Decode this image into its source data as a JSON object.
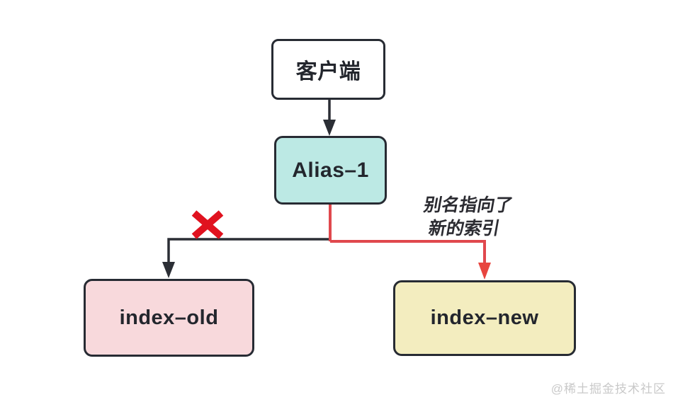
{
  "nodes": {
    "client": {
      "label": "客户端",
      "fill": "#ffffff"
    },
    "alias": {
      "label": "Alias–1",
      "fill": "#bce9e4"
    },
    "index_old": {
      "label": "index–old",
      "fill": "#f8d9dc"
    },
    "index_new": {
      "label": "index–new",
      "fill": "#f3edbf"
    }
  },
  "annotation": {
    "line1": "别名指向了",
    "line2": "新的索引"
  },
  "edges": [
    {
      "from": "客户端",
      "to": "Alias–1",
      "style": "black-arrow"
    },
    {
      "from": "Alias–1",
      "to": "index–old",
      "style": "black-arrow",
      "status": "crossed-out"
    },
    {
      "from": "Alias–1",
      "to": "index–new",
      "style": "red-arrow",
      "label": "别名指向了新的索引"
    }
  ],
  "icons": {
    "cross": "red-x-icon"
  },
  "colors": {
    "node_border": "#272b33",
    "black_line": "#2b2e35",
    "red_line": "#e0484d",
    "red_arrowhead": "#e8453f",
    "cross_red": "#e0121f",
    "watermark_gray": "#c9c9c9"
  },
  "watermark": "@稀土掘金技术社区"
}
